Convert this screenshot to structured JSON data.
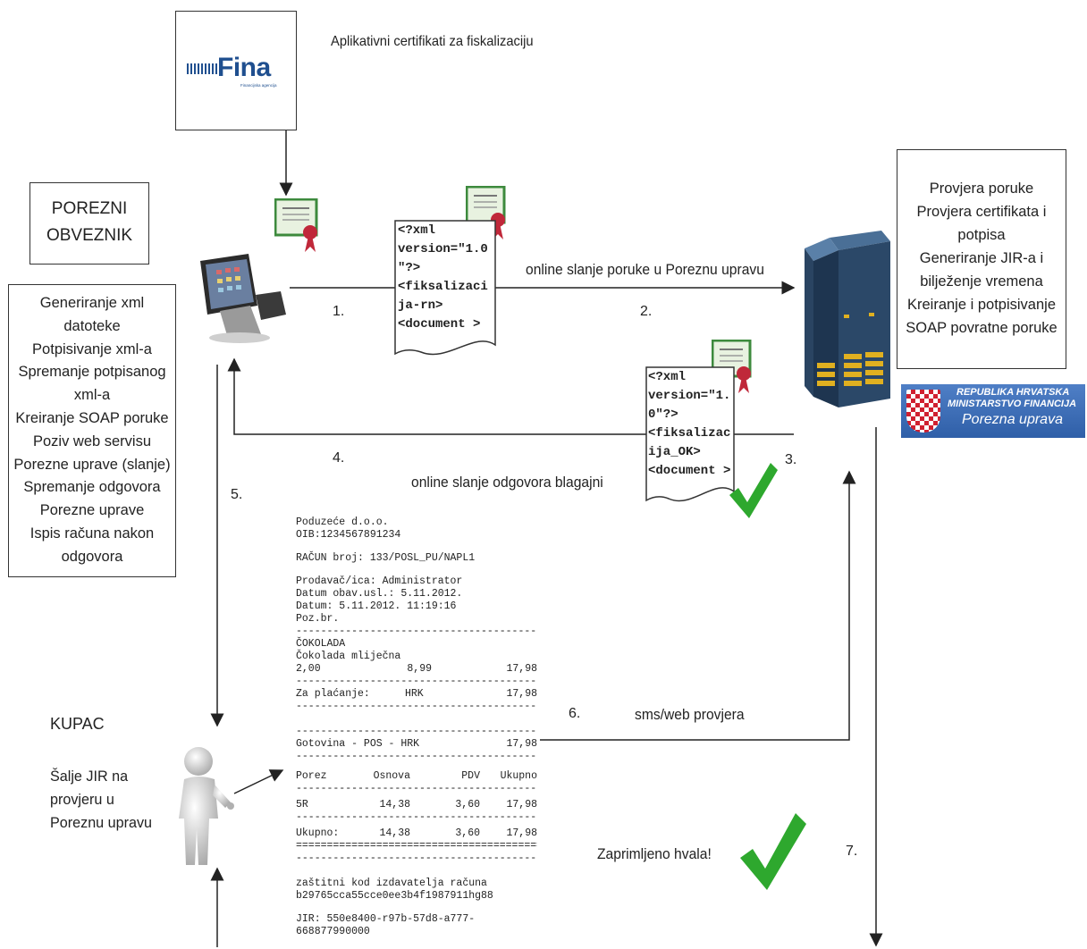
{
  "fina_logo": {
    "text": "Fina",
    "sub": "Financijska agencija"
  },
  "cert_title": "Aplikativni certifikati za fiskalizaciju",
  "taxpayer_title": [
    "POREZNI",
    "OBVEZNIK"
  ],
  "taxpayer_steps": [
    "Generiranje xml",
    "datoteke",
    "Potpisivanje xml-a",
    "Spremanje potpisanog",
    "xml-a",
    "Kreiranje SOAP poruke",
    "Poziv web servisu",
    "Porezne uprave (slanje)",
    "Spremanje odgovora",
    "Porezne uprave",
    "Ispis računa nakon",
    "odgovora"
  ],
  "server_steps": [
    "Provjera poruke",
    "Provjera certifikata i",
    "potpisa",
    "Generiranje JIR-a i",
    "bilježenje vremena",
    "Kreiranje i potpisivanje",
    "SOAP povratne poruke"
  ],
  "ministry_banner": {
    "line1": "REPUBLIKA HRVATSKA",
    "line2": "MINISTARSTVO FINANCIJA",
    "line3": "Porezna uprava"
  },
  "doc_request": [
    "<?xml",
    "version=\"1.0",
    "\"?>",
    "<fiksalizaci",
    "ja-rn>",
    "<document >"
  ],
  "doc_response": [
    "<?xml",
    "version=\"1.",
    "0\"?>",
    "<fiksalizac",
    "ija_OK>",
    "<document >"
  ],
  "steps": {
    "s1": "1.",
    "s2": "2.",
    "s3": "3.",
    "s4": "4.",
    "s5": "5.",
    "s6": "6.",
    "s7": "7."
  },
  "labels": {
    "send_online": "online slanje poruke u Poreznu upravu",
    "reply_online": "online slanje odgovora blagajni",
    "sms_check": "sms/web provjera",
    "received": "Zaprimljeno hvala!"
  },
  "customer": {
    "title": "KUPAC",
    "lines": [
      "Šalje JIR na",
      "provjeru u",
      "Poreznu upravu"
    ]
  },
  "receipt": {
    "company": "Poduzeće d.o.o.",
    "oib": "OIB:1234567891234",
    "invoice_no": "RAČUN broj: 133/POSL_PU/NAPL1",
    "seller": "Prodavač/ica: Administrator",
    "service_date": "Datum obav.usl.: 5.11.2012.",
    "date": "Datum: 5.11.2012. 11:19:16",
    "poz": "Poz.br.",
    "dashes": "-----------------------------------------------",
    "eqs": "===============================================",
    "item_group": "ČOKOLADA",
    "item_name": "Čokolada mliječna",
    "item_qty": "2,00",
    "item_price": "8,99",
    "item_total": "17,98",
    "pay_label": "Za plaćanje:",
    "pay_cur": "HRK",
    "pay_total": "17,98",
    "cash_label": "Gotovina - POS - HRK",
    "cash_total": "17,98",
    "tax_head": [
      "Porez",
      "Osnova",
      "PDV",
      "Ukupno"
    ],
    "tax_row": [
      "5R",
      "14,38",
      "3,60",
      "17,98"
    ],
    "tax_sum": [
      "Ukupno:",
      "14,38",
      "3,60",
      "17,98"
    ],
    "zki_label": "zaštitni kod izdavatelja računa",
    "zki": "b29765cca55cce0ee3b4f1987911hg88",
    "jir": "JIR: 550e8400-r97b-57d8-a777-668877990000"
  },
  "colors": {
    "check": "#2ea82e",
    "banner": "#2f5fa8",
    "cert": "#3d8a3d",
    "seal": "#c0283a"
  }
}
